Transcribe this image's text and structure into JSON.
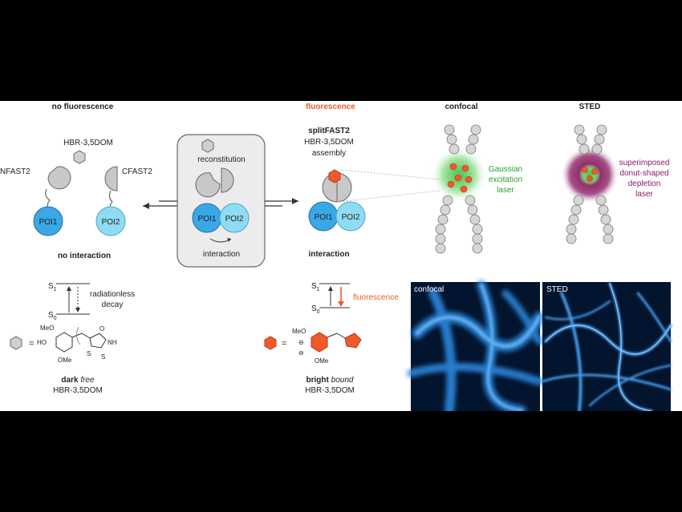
{
  "headers": {
    "no_fluorescence": "no fluorescence",
    "fluorescence": "fluorescence",
    "confocal": "confocal",
    "sted": "STED"
  },
  "left": {
    "ligand": "HBR-3,5DOM",
    "nfast2": "NFAST2",
    "cfast2": "CFAST2",
    "poi1": "POI1",
    "poi2": "POI2",
    "no_interaction": "no interaction"
  },
  "center": {
    "reconstitution": "reconstitution",
    "poi1": "POI1",
    "poi2": "POI2",
    "interaction": "interaction"
  },
  "right": {
    "splitfast_title": "splitFAST2",
    "ligand": "HBR-3,5DOM",
    "assembly": "assembly",
    "poi1": "POI1",
    "poi2": "POI2",
    "interaction": "interaction"
  },
  "confocal_panel": {
    "laser_line1": "Gaussian",
    "laser_line2": "excitation",
    "laser_line3": "laser"
  },
  "sted_panel": {
    "laser_line1": "superimposed",
    "laser_line2": "donut-shaped",
    "laser_line3": "depletion",
    "laser_line4": "laser"
  },
  "energy_dark": {
    "s1": "S",
    "s1_sub": "1",
    "s0": "S",
    "s0_sub": "0",
    "decay_line1": "radiationless",
    "decay_line2": "decay",
    "equals": "=",
    "meo": "MeO",
    "ho": "HO",
    "ome": "OMe",
    "nh": "NH",
    "o": "O",
    "s_ring": "S",
    "s_exo": "S",
    "caption_bold": "dark",
    "caption_italic": "free",
    "caption_line2": "HBR-3,5DOM"
  },
  "energy_bright": {
    "s1": "S",
    "s1_sub": "1",
    "s0": "S",
    "s0_sub": "0",
    "fluorescence": "fluorescence",
    "equals": "=",
    "meo": "MeO",
    "o_minus": "⊖",
    "ome": "OMe",
    "caption_bold": "bright",
    "caption_italic": "bound",
    "caption_line2": "HBR-3,5DOM"
  },
  "micrographs": {
    "confocal_label": "confocal",
    "sted_label": "STED"
  },
  "colors": {
    "poi1_blue": "#3aa7e6",
    "poi2_cyan": "#8fdcf2",
    "accent_orange": "#f05a28",
    "gaussian_green": "#3dbb3d",
    "donut_magenta": "#8a1c62",
    "chrom_grey": "#c8c8c8",
    "micro_blue": "#1e90ff"
  }
}
